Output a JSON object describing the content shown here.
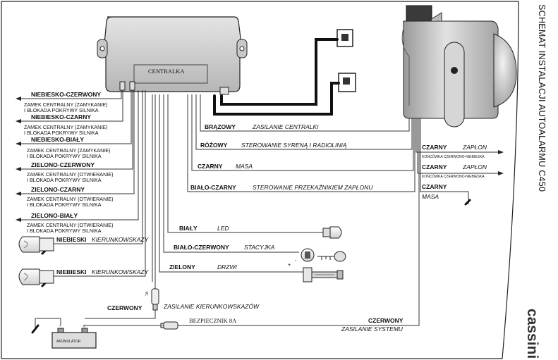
{
  "title": "SCHEMAT INSTALACJI AUTOALARMU C450",
  "brand": "cassini",
  "central_unit_label": "CENTRALKA",
  "left_outputs": [
    {
      "color": "NIEBIESKO-CZERWONY",
      "desc1": "ZAMEK CENTRALNY (ZAMYKANIE)",
      "desc2": "I BLOKADA POKRYWY SILNIKA"
    },
    {
      "color": "NIEBIESKO-CZARNY",
      "desc1": "ZAMEK CENTRALNY (ZAMYKANIE)",
      "desc2": "I BLOKADA POKRYWY SILNIKA"
    },
    {
      "color": "NIEBIESKO-BIAŁY",
      "desc1": "ZAMEK CENTRALNY (ZAMYKANIE)",
      "desc2": "I BLOKADA POKRYWY SILNIKA"
    },
    {
      "color": "ZIELONO-CZERWONY",
      "desc1": "ZAMEK CENTRALNY (OTWIERANIE)",
      "desc2": "I BLOKADA POKRYWY SILNIKA"
    },
    {
      "color": "ZIELONO-CZARNY",
      "desc1": "ZAMEK CENTRALNY (OTWIERANIE)",
      "desc2": "I BLOKADA POKRYWY SILNIKA"
    },
    {
      "color": "ZIELONO-BIAŁY",
      "desc1": "ZAMEK CENTRALNY (OTWIERANIE)",
      "desc2": "I BLOKADA POKRYWY SILNIKA"
    }
  ],
  "indicators": [
    {
      "color": "NIEBIESKI",
      "desc": "KIERUNKOWSKAZY"
    },
    {
      "color": "NIEBIESKI",
      "desc": "KIERUNKOWSKAZY"
    }
  ],
  "wires": [
    {
      "color": "BRĄZOWY",
      "desc": "ZASILANIE CENTRALKI"
    },
    {
      "color": "RÓŻOWY",
      "desc": "STEROWANIE SYRENĄ I RADIOLINIĄ"
    },
    {
      "color": "CZARNY",
      "desc": "MASA"
    },
    {
      "color": "BIAŁO-CZARNY",
      "desc": "STEROWANIE PRZEKAŹNIKIEM ZAPŁONU"
    },
    {
      "color": "BIAŁY",
      "desc": "LED"
    },
    {
      "color": "BIAŁO-CZERWONY",
      "desc": "STACYJKA"
    },
    {
      "color": "ZIELONY",
      "desc": "DRZWI"
    },
    {
      "color": "CZERWONY",
      "desc": "ZASILANIE KIERUNKOWSKAZÓW"
    }
  ],
  "fuse_small": "7A",
  "fuse_main": "BEZPIECZNIK 8A",
  "battery_label": "AKUMULATOR",
  "battery_minus": "-",
  "battery_plus": "+",
  "key_minus": "-",
  "key_plus": "+",
  "supply": {
    "color": "CZERWONY",
    "desc": "ZASILANIE SYSTEMU"
  },
  "relay_outputs": [
    {
      "color": "CZARNY",
      "desc": "ZAPŁON",
      "note": "KOŃCÓWKA CZERWONO-NIEBIESKA"
    },
    {
      "color": "CZARNY",
      "desc": "ZAPŁON",
      "note": "KOŃCÓWKA CZERWONO-NIEBIESKA"
    },
    {
      "color": "CZARNY",
      "desc": "MASA"
    }
  ]
}
